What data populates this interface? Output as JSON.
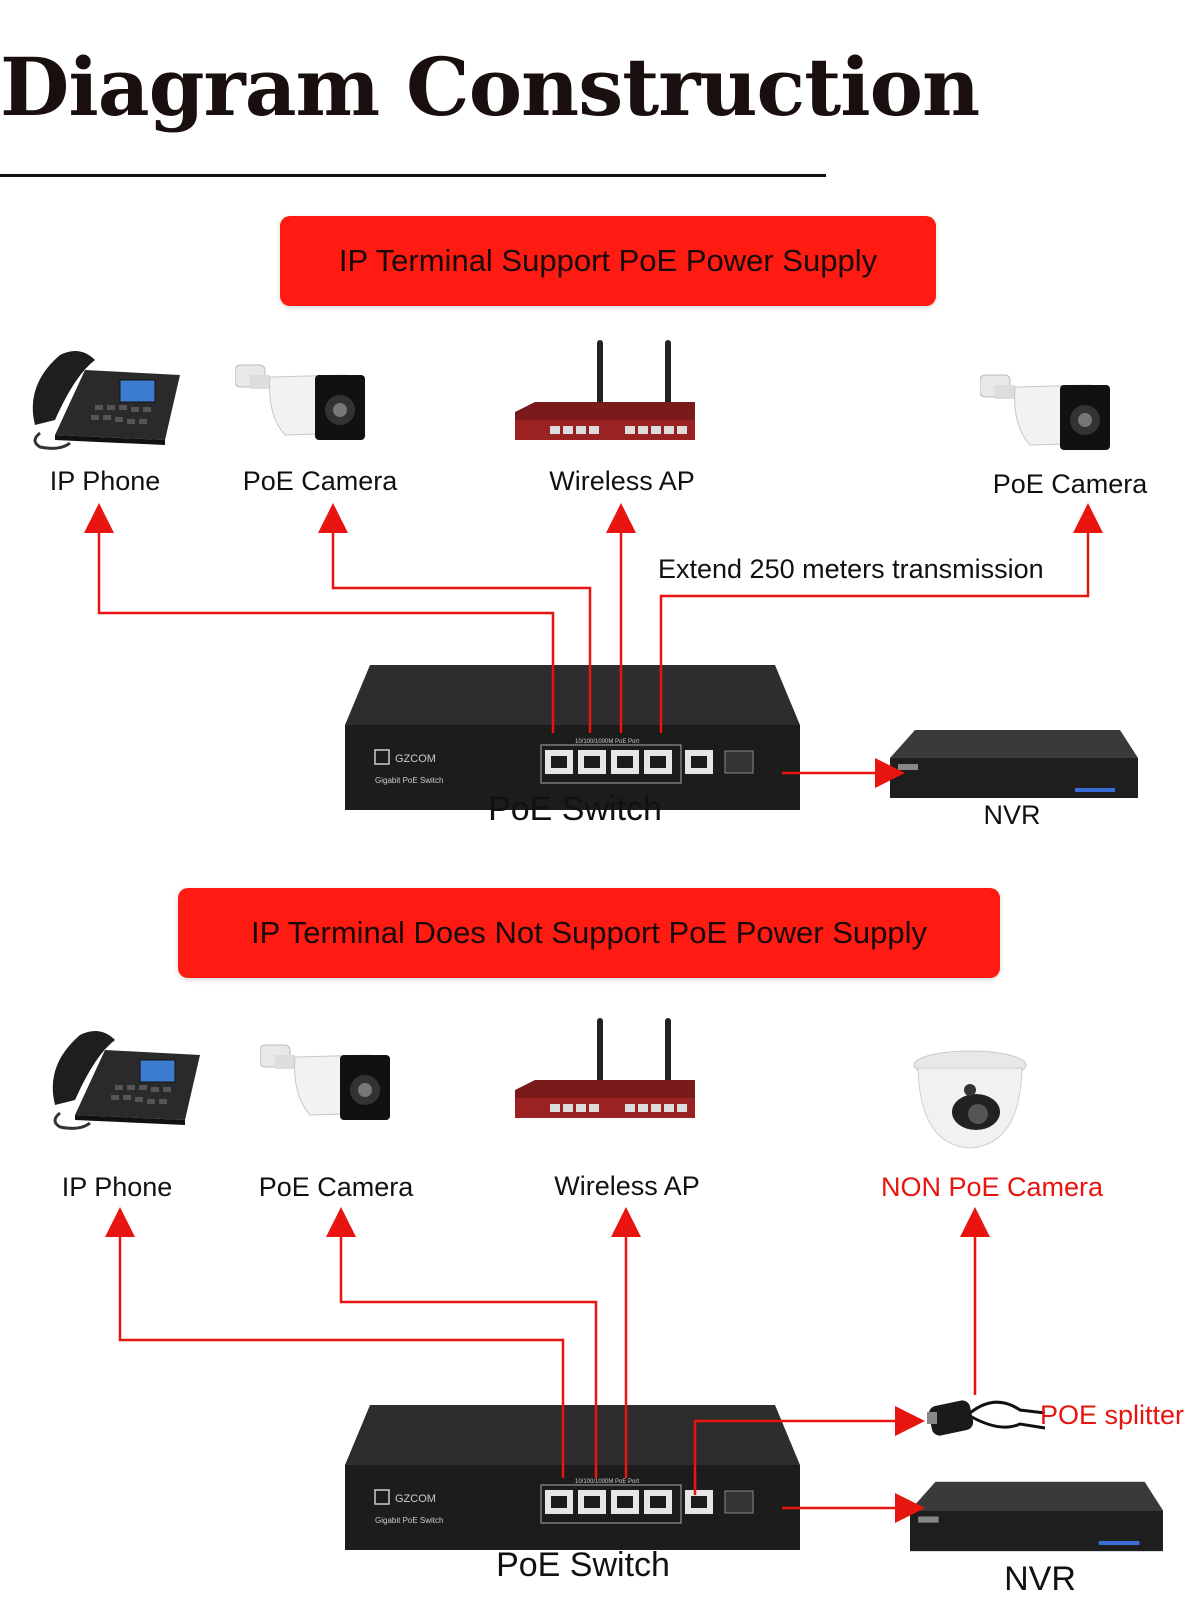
{
  "title": "Diagram Construction",
  "section1": {
    "banner": "IP Terminal Support PoE Power Supply",
    "labels": {
      "ip_phone": "IP Phone",
      "poe_camera_1": "PoE Camera",
      "wireless_ap": "Wireless AP",
      "poe_camera_2": "PoE Camera",
      "extend": "Extend 250 meters transmission",
      "switch": "PoE Switch",
      "nvr": "NVR"
    }
  },
  "section2": {
    "banner": "IP Terminal Does Not Support PoE Power Supply",
    "labels": {
      "ip_phone": "IP Phone",
      "poe_camera": "PoE Camera",
      "wireless_ap": "Wireless AP",
      "non_poe_camera": "NON PoE Camera",
      "poe_splitter": "POE splitter",
      "switch": "PoE Switch",
      "nvr": "NVR"
    }
  },
  "switch_panel": {
    "brand": "GZCOM",
    "model": "Gigabit PoE Switch",
    "port_header": "10/100/1000M PoE Port"
  },
  "colors": {
    "accent": "#ff1a12",
    "line": "#e8140f",
    "device": "#1c1c1c"
  }
}
